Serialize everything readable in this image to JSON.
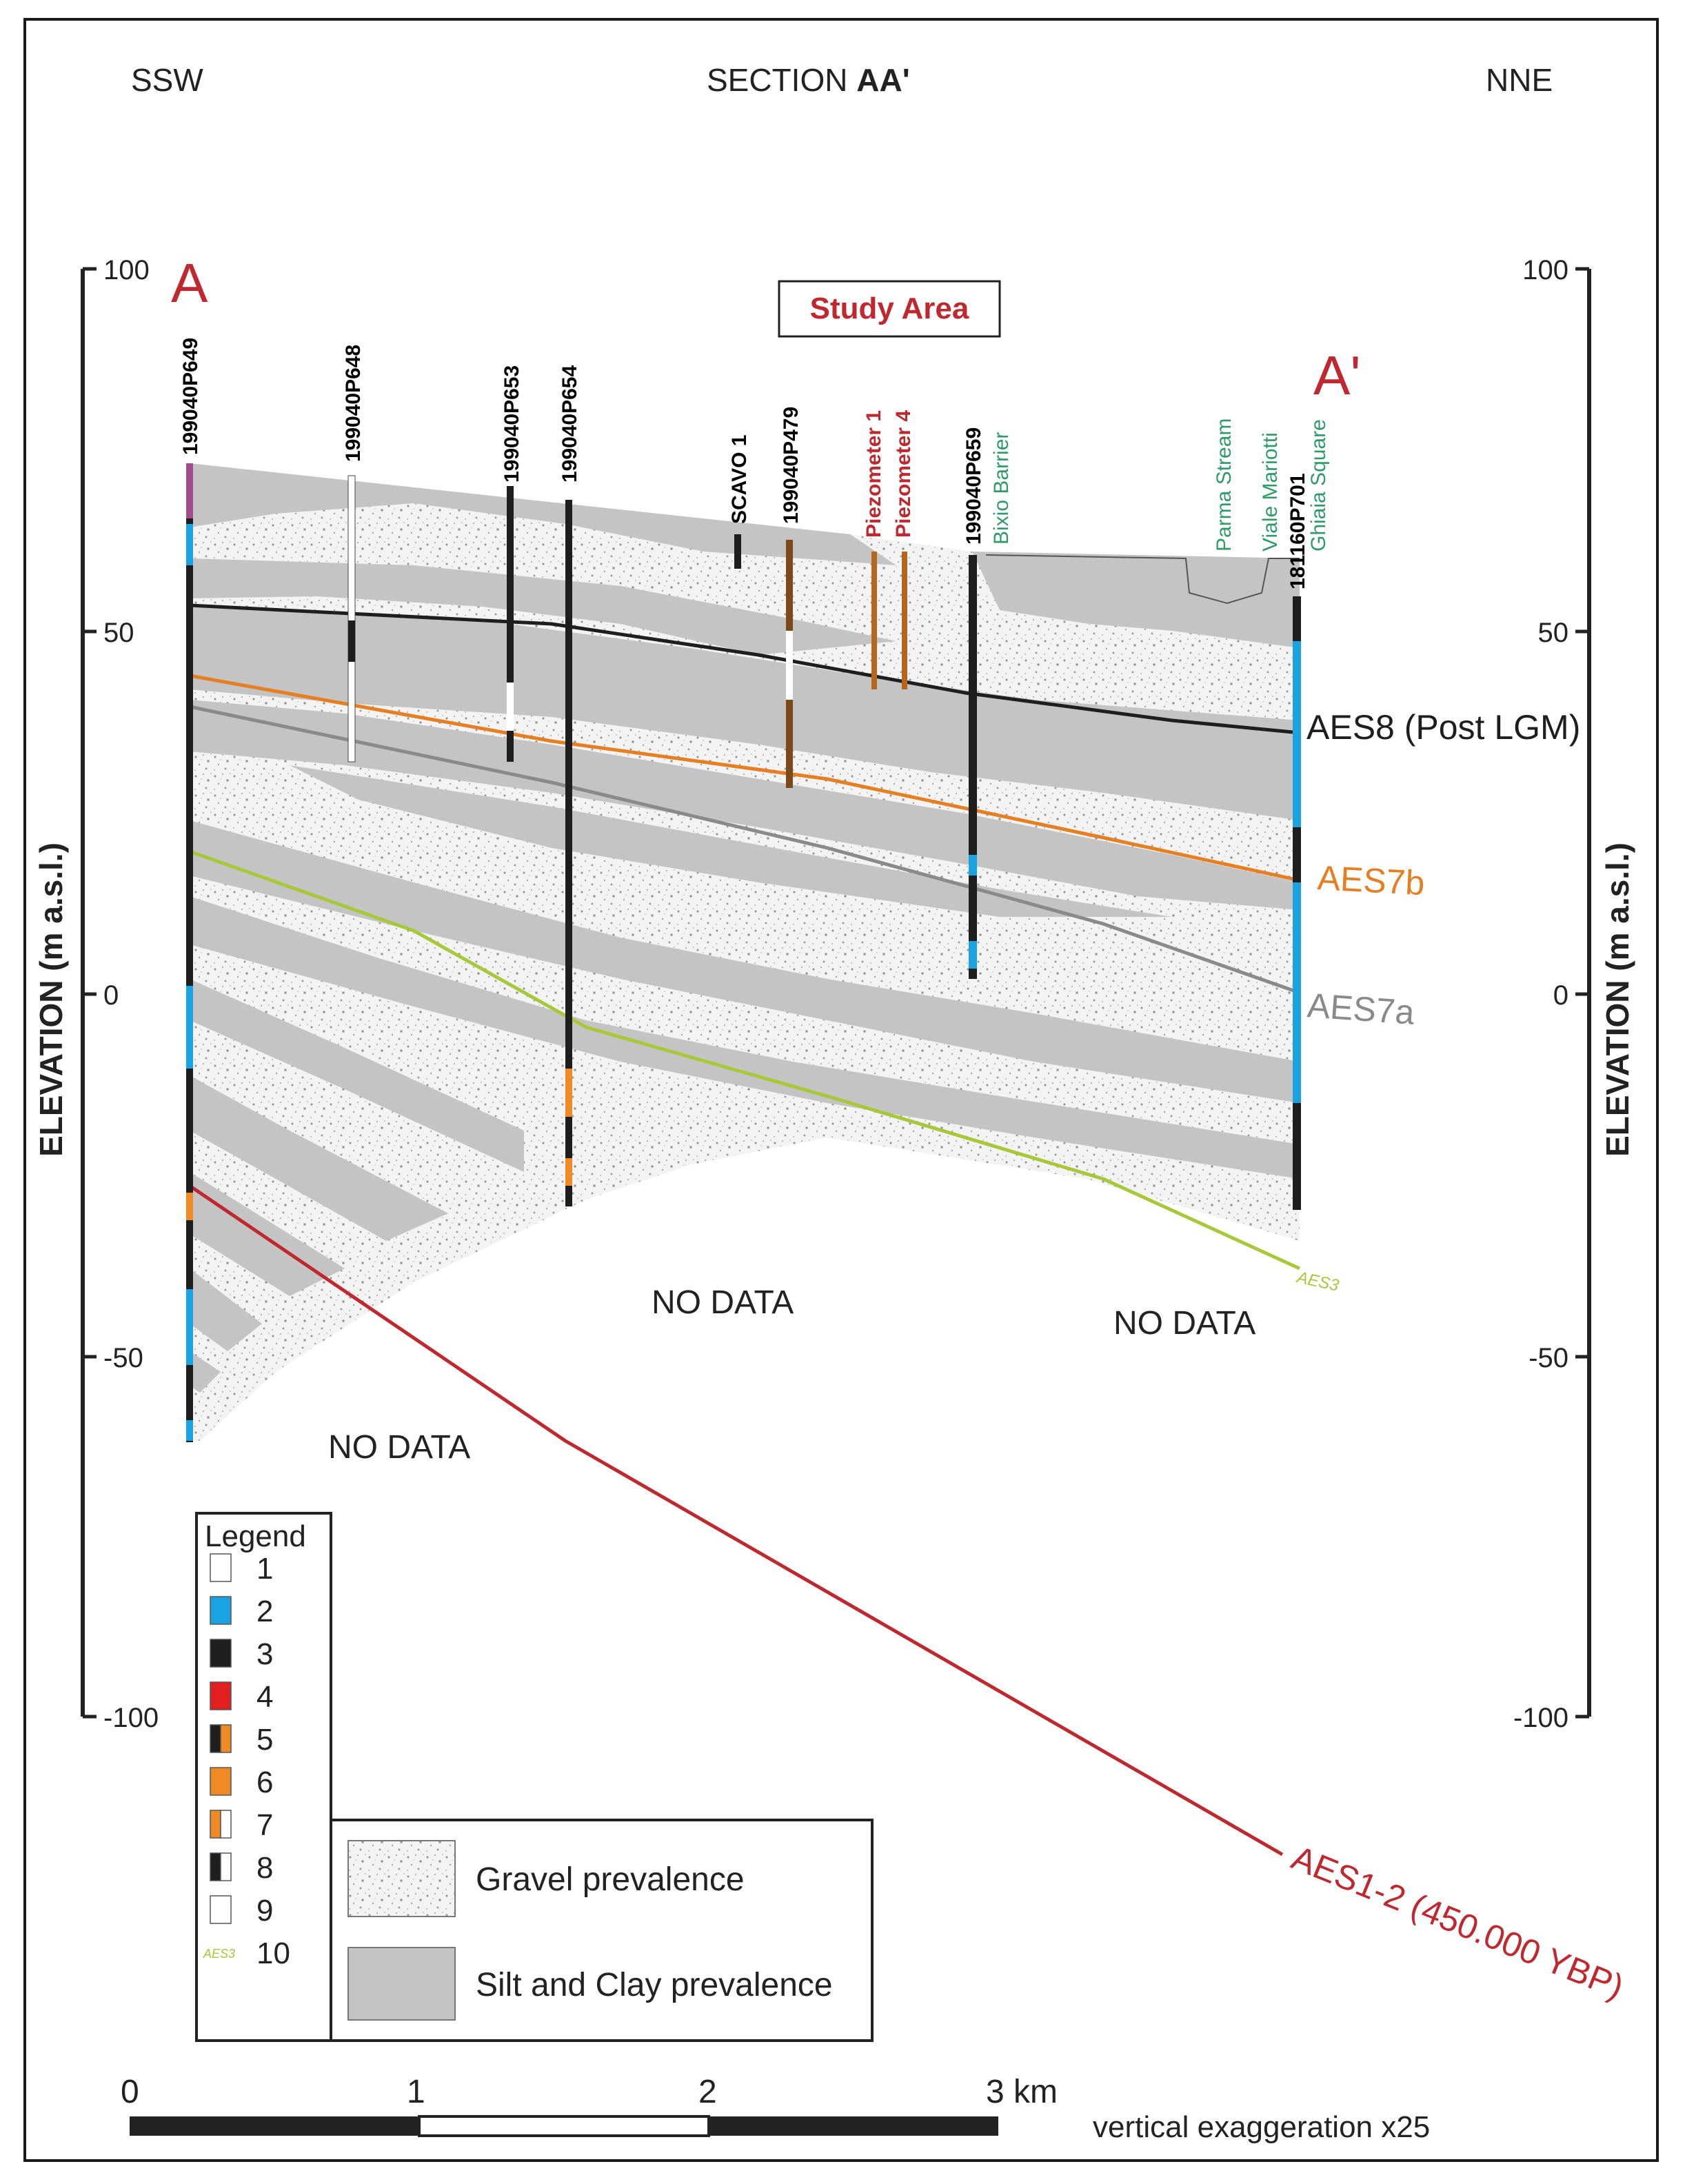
{
  "header": {
    "left": "SSW",
    "center_prefix": "SECTION ",
    "center_bold": "AA'",
    "right": "NNE"
  },
  "section_ends": {
    "start": "A",
    "end": "A'"
  },
  "study_area": "Study Area",
  "axis": {
    "label": "ELEVATION (m a.s.l.)",
    "ticks": [
      "100",
      "50",
      "0",
      "-50",
      "-100"
    ],
    "tick_values": [
      100,
      50,
      0,
      -50,
      -100
    ],
    "range": [
      -100,
      100
    ],
    "scale_ticks": [
      "0",
      "1",
      "2"
    ],
    "scale_last": "3 km",
    "exaggeration": "vertical exaggeration x25"
  },
  "boreholes": [
    {
      "name": "199040P649",
      "color": "#000000"
    },
    {
      "name": "199040P648",
      "color": "#000000"
    },
    {
      "name": "199040P653",
      "color": "#000000"
    },
    {
      "name": "199040P654",
      "color": "#000000"
    },
    {
      "name": "SCAVO 1",
      "color": "#000000"
    },
    {
      "name": "199040P479",
      "color": "#000000"
    },
    {
      "name": "Piezometer 1",
      "color": "#c0282f"
    },
    {
      "name": "Piezometer 4",
      "color": "#c0282f"
    },
    {
      "name": "199040P659",
      "color": "#000000"
    },
    {
      "name": "Bixio Barrier",
      "color": "#2e9a68"
    },
    {
      "name": "Parma Stream",
      "color": "#2e9a68"
    },
    {
      "name": "Viale Mariotti",
      "color": "#2e9a68"
    },
    {
      "name": "181160P701",
      "color": "#000000"
    },
    {
      "name": "Ghiaia Square",
      "color": "#2e9a68"
    }
  ],
  "boundaries": [
    {
      "name": "AES8",
      "label": "AES8 (Post LGM)",
      "color": "#1e1e1e",
      "age": ""
    },
    {
      "name": "AES7b",
      "label": "AES7b",
      "color": "#e67e22",
      "age": ""
    },
    {
      "name": "AES7a",
      "label": "AES7a",
      "color": "#8a8a8a",
      "age": ""
    },
    {
      "name": "AES3",
      "label": "AES3",
      "color": "#a8c83a",
      "age": ""
    },
    {
      "name": "AES1-2",
      "label": "AES1-2 (450.000 YBP)",
      "color": "#c0282f",
      "age": "450.000 YBP"
    }
  ],
  "no_data": [
    "NO DATA",
    "NO DATA",
    "NO DATA"
  ],
  "legend": {
    "title": "Legend",
    "items": [
      {
        "num": "1",
        "colors": [
          "#ffffff"
        ]
      },
      {
        "num": "2",
        "colors": [
          "#1aa3e0"
        ]
      },
      {
        "num": "3",
        "colors": [
          "#1e1e1e"
        ]
      },
      {
        "num": "4",
        "colors": [
          "#e02020"
        ]
      },
      {
        "num": "5",
        "colors": [
          "#1e1e1e",
          "#f08a24"
        ]
      },
      {
        "num": "6",
        "colors": [
          "#f08a24"
        ]
      },
      {
        "num": "7",
        "colors": [
          "#f08a24",
          "#ffffff"
        ]
      },
      {
        "num": "8",
        "colors": [
          "#1e1e1e",
          "#ffffff"
        ]
      },
      {
        "num": "9",
        "colors": [
          "#ffffff"
        ]
      },
      {
        "num": "10",
        "colors": [],
        "tag": "AES3"
      }
    ]
  },
  "facies": [
    {
      "label": "Gravel prevalence",
      "color": "#f2f2f2"
    },
    {
      "label": "Silt and Clay prevalence",
      "color": "#c6c6c6"
    }
  ]
}
